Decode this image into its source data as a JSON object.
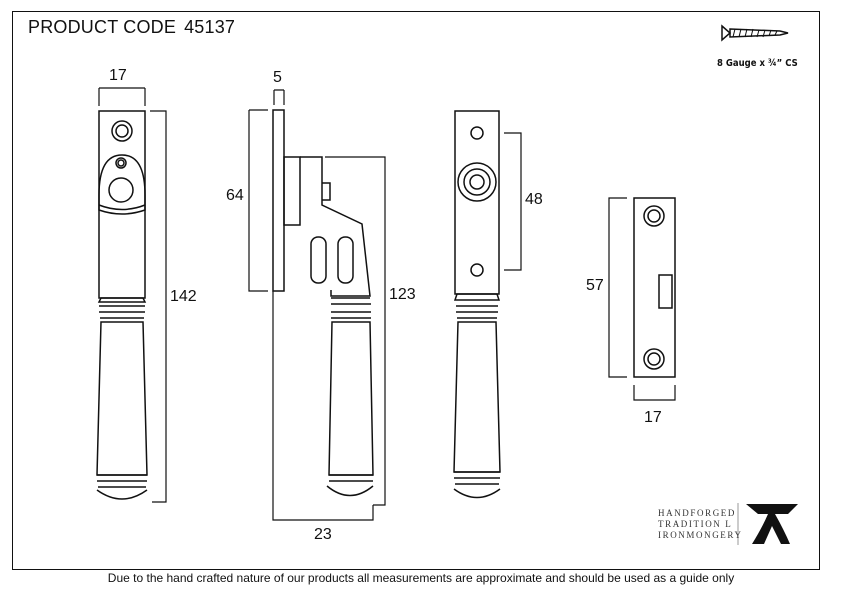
{
  "header": {
    "label": "PRODUCT CODE",
    "code": "45137"
  },
  "screw": {
    "label": "8 Gauge x ¾” CS"
  },
  "dimensions": {
    "front_width": "17",
    "front_height": "142",
    "side_plate": "5",
    "side_plate_height": "64",
    "side_height": "123",
    "side_projection": "23",
    "back_hole_spacing": "48",
    "keep_height": "57",
    "keep_width": "17"
  },
  "logo": {
    "line1": "HANDFORGED",
    "line2": "TRADITION",
    "line2b": "L",
    "line3": "IRONMONGERY"
  },
  "footer": "Due to the hand crafted nature of our products all measurements are approximate and should be used as a guide only"
}
